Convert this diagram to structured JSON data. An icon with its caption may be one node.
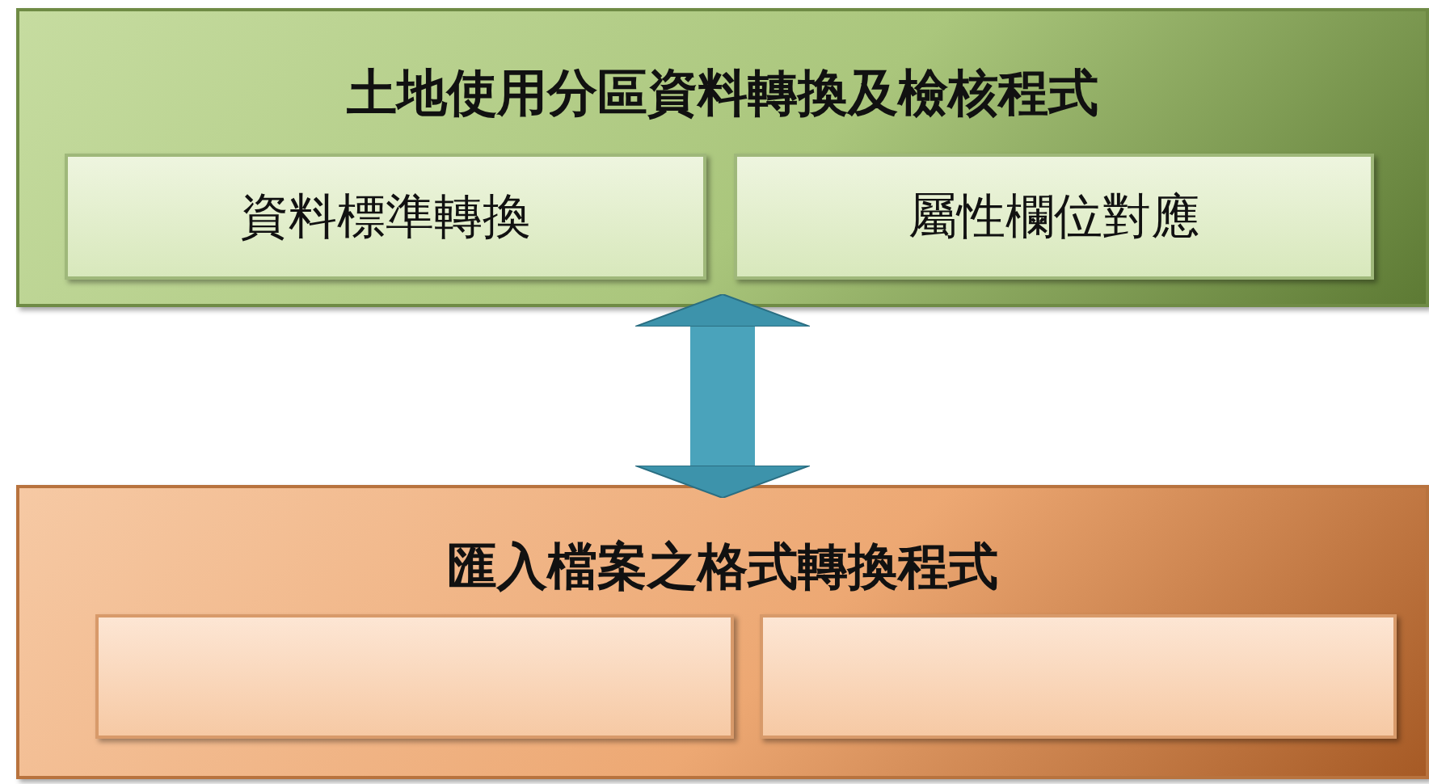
{
  "diagram": {
    "nodes": [
      {
        "text": [
          "土地使用分區資料轉換及檢核程式"
        ]
      },
      {
        "text": [
          "資料標準轉換"
        ],
        "in": 0
      },
      {
        "text": [
          "屬性欄位對應"
        ],
        "in": 0
      },
      {
        "text": [
          "匯入檔案之格式轉換程式"
        ]
      },
      {
        "text": [],
        "shape": "box",
        "in": 3
      },
      {
        "text": [],
        "shape": "box",
        "in": 3
      }
    ],
    "edges": [
      {
        "from": 0,
        "to": 3,
        "arrow": "both"
      }
    ]
  }
}
